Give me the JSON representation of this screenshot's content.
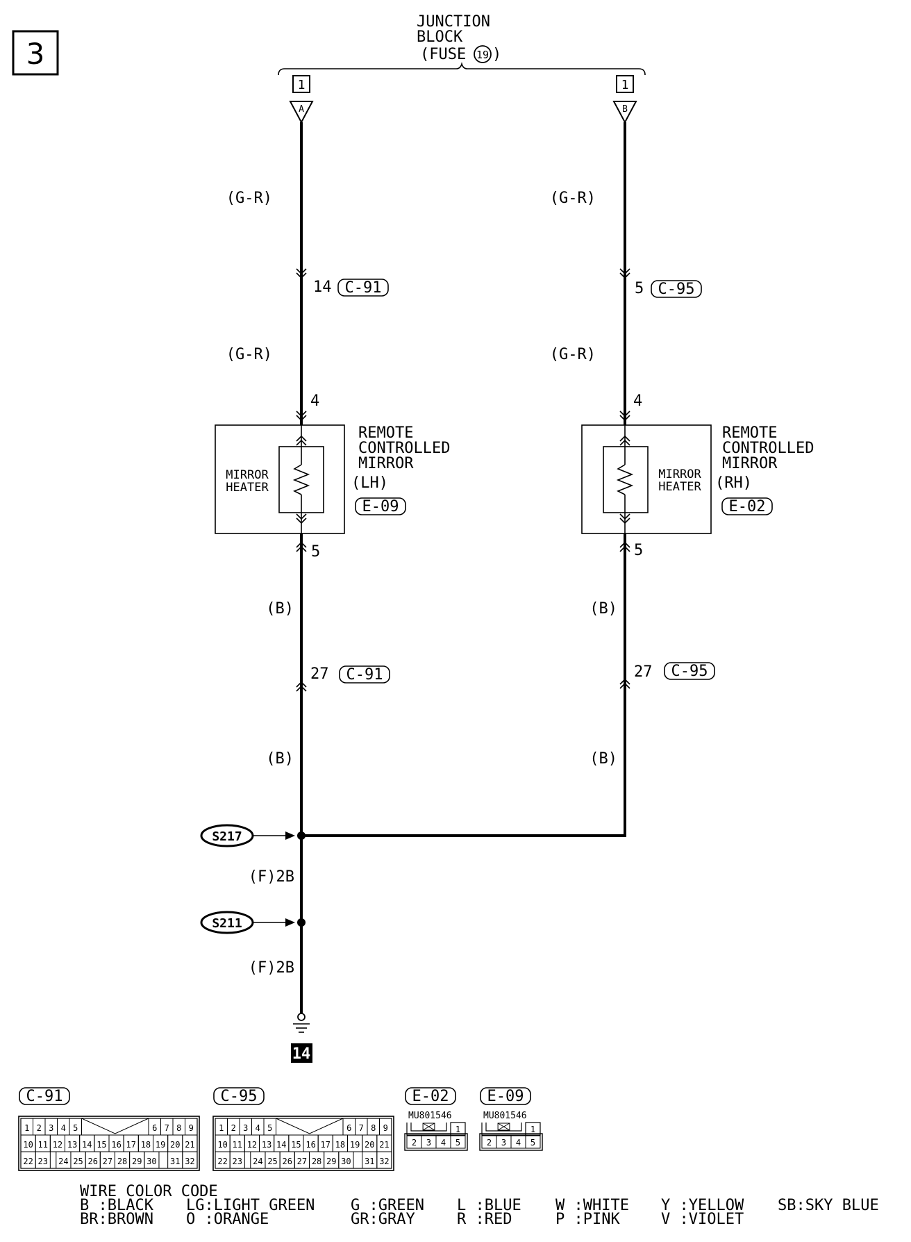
{
  "page_number": "3",
  "junction_block": {
    "line1": "JUNCTION",
    "line2": "BLOCK",
    "fuse_prefix": "(FUSE",
    "fuse_number": "19",
    "fuse_suffix": ")"
  },
  "left_branch": {
    "connector_number": "1",
    "terminal": "A",
    "wire_upper_1": "(G-R)",
    "conn1_pin": "14",
    "conn1_id": "C-91",
    "wire_upper_2": "(G-R)",
    "component_pin_in": "4",
    "component_pin_out": "5",
    "component_label": [
      "MIRROR",
      "HEATER"
    ],
    "component_name": [
      "REMOTE",
      "CONTROLLED",
      "MIRROR"
    ],
    "side": "(LH)",
    "component_id": "E-09",
    "wire_lower_1": "(B)",
    "conn2_pin": "27",
    "conn2_id": "C-91",
    "wire_lower_2": "(B)"
  },
  "right_branch": {
    "connector_number": "1",
    "terminal": "B",
    "wire_upper_1": "(G-R)",
    "conn1_pin": "5",
    "conn1_id": "C-95",
    "wire_upper_2": "(G-R)",
    "component_pin_in": "4",
    "component_pin_out": "5",
    "component_label": [
      "MIRROR",
      "HEATER"
    ],
    "component_name": [
      "REMOTE",
      "CONTROLLED",
      "MIRROR"
    ],
    "side": "(RH)",
    "component_id": "E-02",
    "wire_lower_1": "(B)",
    "conn2_pin": "27",
    "conn2_id": "C-95",
    "wire_lower_2": "(B)"
  },
  "splices": [
    {
      "id": "S217",
      "wire_below": "(F)2B"
    },
    {
      "id": "S211",
      "wire_below": "(F)2B"
    }
  ],
  "ground_number": "14",
  "connector_views": [
    {
      "id": "C-91",
      "rows": [
        [
          "1",
          "2",
          "3",
          "4",
          "5",
          "6",
          "7",
          "8",
          "9"
        ],
        [
          "10",
          "11",
          "12",
          "13",
          "14",
          "15",
          "16",
          "17",
          "18",
          "19",
          "20",
          "21"
        ],
        [
          "22",
          "23",
          "24",
          "25",
          "26",
          "27",
          "28",
          "29",
          "30",
          "31",
          "32"
        ]
      ]
    },
    {
      "id": "C-95",
      "rows": [
        [
          "1",
          "2",
          "3",
          "4",
          "5",
          "6",
          "7",
          "8",
          "9"
        ],
        [
          "10",
          "11",
          "12",
          "13",
          "14",
          "15",
          "16",
          "17",
          "18",
          "19",
          "20",
          "21"
        ],
        [
          "22",
          "23",
          "24",
          "25",
          "26",
          "27",
          "28",
          "29",
          "30",
          "31",
          "32"
        ]
      ]
    },
    {
      "id": "E-02",
      "part": "MU801546",
      "rows": [
        [
          "1"
        ],
        [
          "2",
          "3",
          "4",
          "5"
        ]
      ]
    },
    {
      "id": "E-09",
      "part": "MU801546",
      "rows": [
        [
          "1"
        ],
        [
          "2",
          "3",
          "4",
          "5"
        ]
      ]
    }
  ],
  "wire_color_code": {
    "title": "WIRE COLOR CODE",
    "entries": [
      {
        "code": "B",
        "name": "BLACK"
      },
      {
        "code": "BR",
        "name": "BROWN"
      },
      {
        "code": "LG",
        "name": "LIGHT GREEN"
      },
      {
        "code": "O",
        "name": "ORANGE"
      },
      {
        "code": "G",
        "name": "GREEN"
      },
      {
        "code": "GR",
        "name": "GRAY"
      },
      {
        "code": "L",
        "name": "BLUE"
      },
      {
        "code": "R",
        "name": "RED"
      },
      {
        "code": "W",
        "name": "WHITE"
      },
      {
        "code": "P",
        "name": "PINK"
      },
      {
        "code": "Y",
        "name": "YELLOW"
      },
      {
        "code": "V",
        "name": "VIOLET"
      },
      {
        "code": "SB",
        "name": "SKY BLUE"
      }
    ]
  }
}
